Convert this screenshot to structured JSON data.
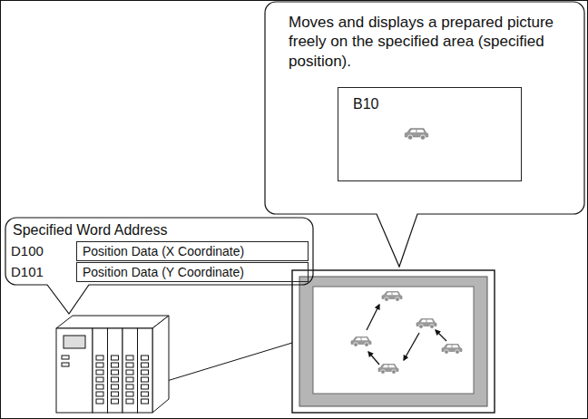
{
  "diagram": {
    "nodes": [
      {
        "text": [
          "Moves and displays a prepared picture freely on the specified area (specified position)."
        ]
      },
      {
        "text": [
          "B10"
        ],
        "in": 0
      },
      {
        "text": [
          "Specified Word Address"
        ]
      },
      {
        "text": [
          "Position Data (X Coordinate)"
        ],
        "in": 2
      },
      {
        "text": [
          "Position Data (Y Coordinate)"
        ],
        "in": 2
      }
    ],
    "labels": [
      "D100",
      "D101"
    ]
  }
}
